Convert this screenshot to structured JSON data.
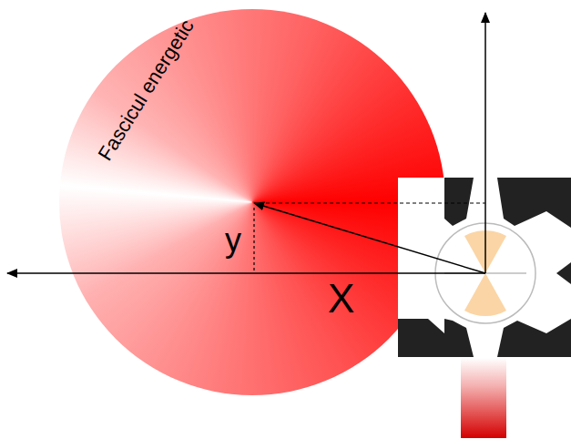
{
  "diagram": {
    "labels": [
      "Fascicul energetic",
      "y",
      "X"
    ]
  }
}
